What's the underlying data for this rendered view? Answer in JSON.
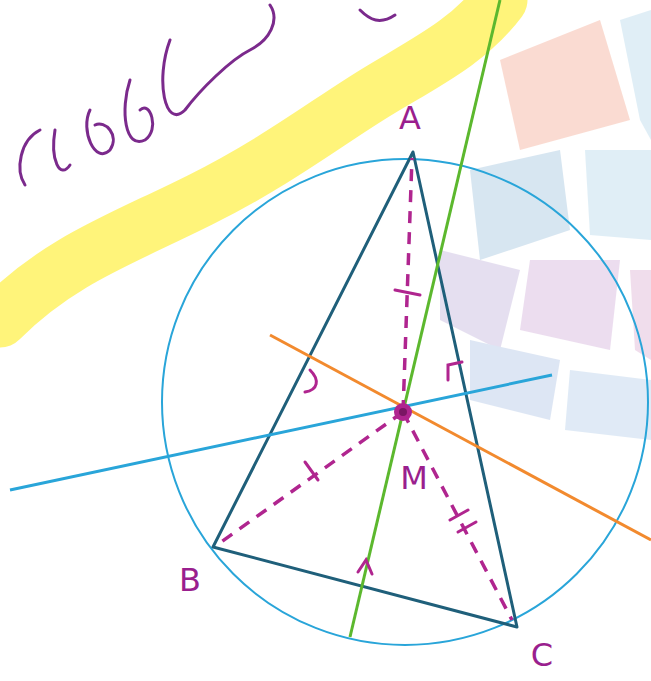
{
  "diagram": {
    "labels": [
      "A",
      "B",
      "C",
      "M"
    ]
  }
}
